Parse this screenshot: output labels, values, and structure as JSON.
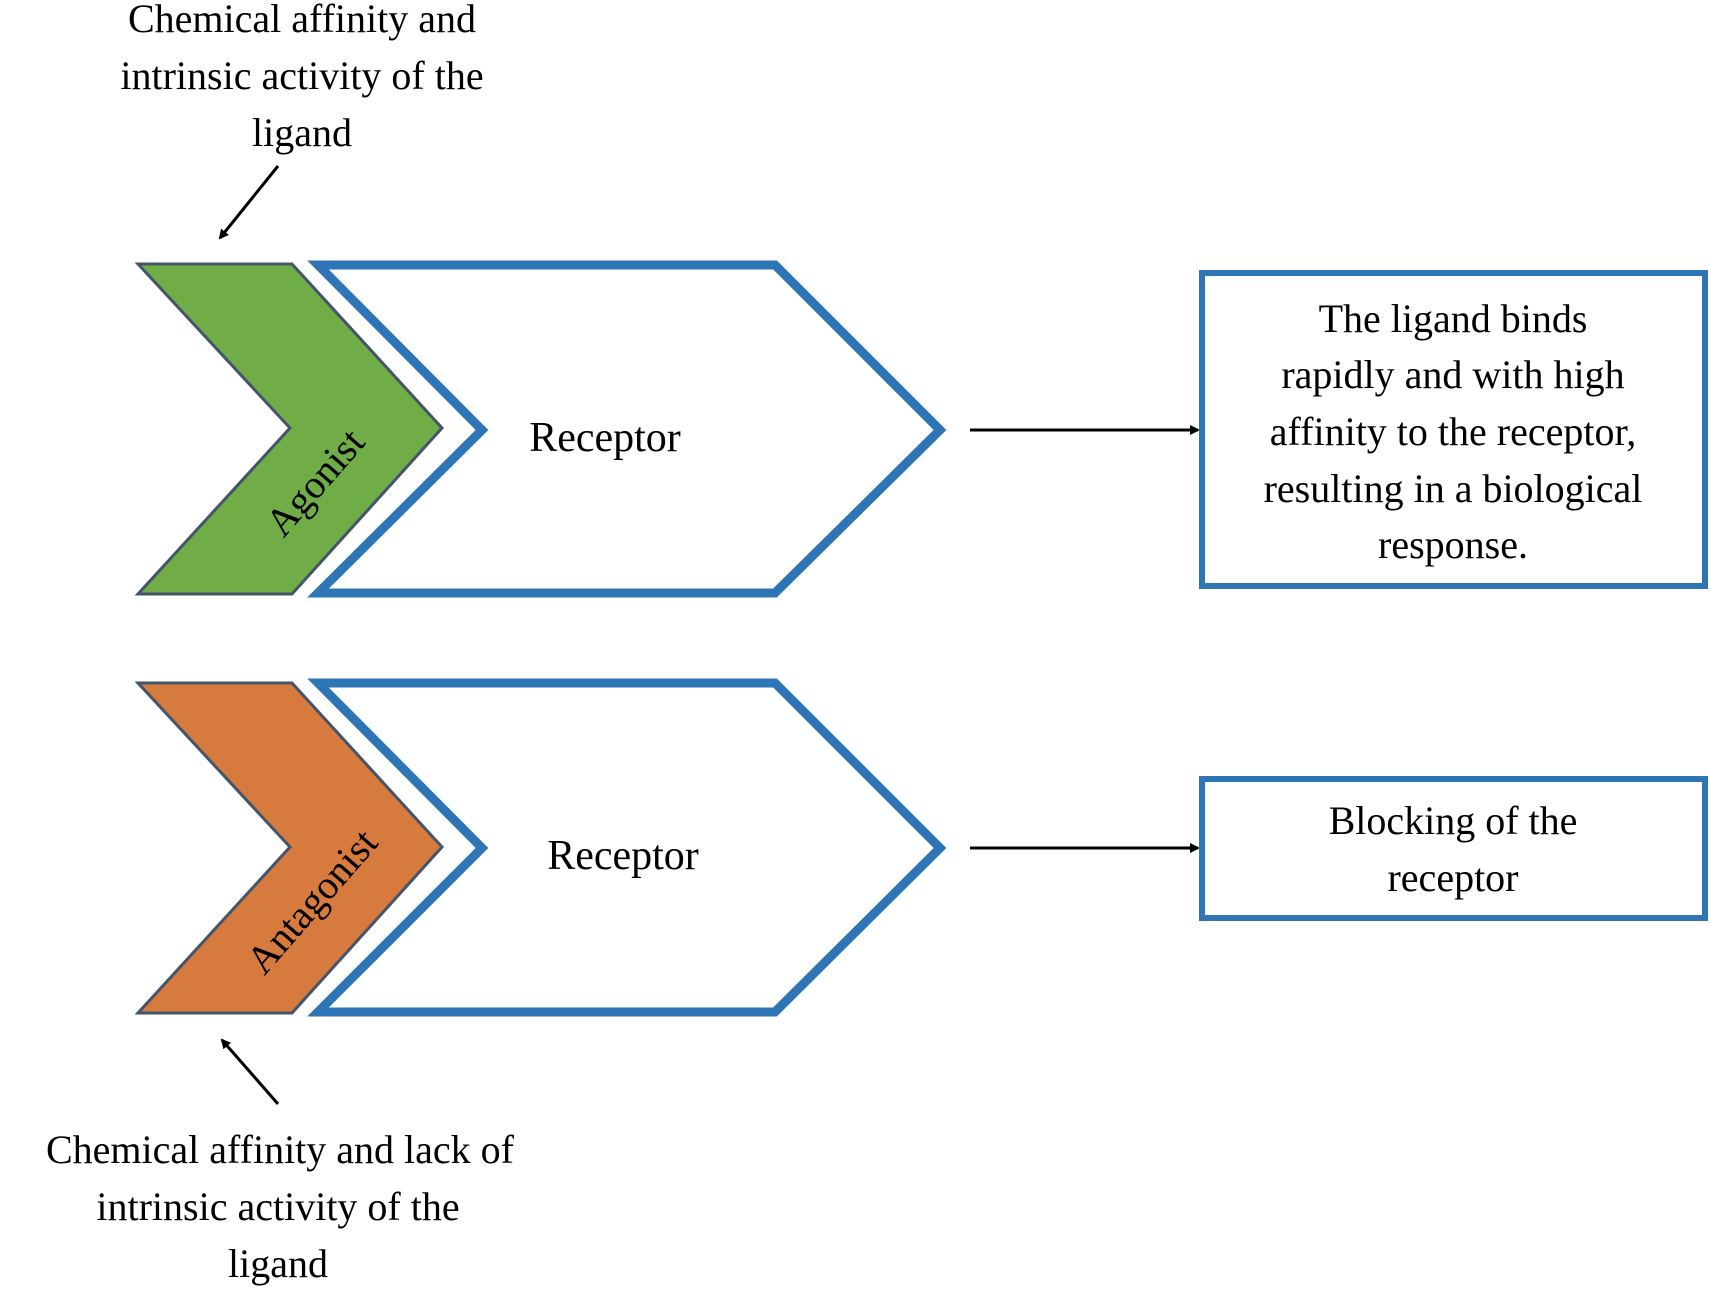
{
  "colors": {
    "agonist_fill": "#70AD47",
    "antagonist_fill": "#D67A3E",
    "receptor_stroke": "#2E75B6",
    "outline_dark": "#44546A",
    "arrow": "#000000",
    "background": "#FFFFFF"
  },
  "top": {
    "annotation_lines": [
      "Chemical affinity and",
      "intrinsic activity of the",
      "ligand"
    ],
    "ligand_label": "Agonist",
    "receptor_label": "Receptor",
    "outcome_lines": [
      "The ligand binds",
      "rapidly and with high",
      "affinity to the receptor,",
      "resulting in a biological",
      "response."
    ]
  },
  "bottom": {
    "annotation_lines": [
      "Chemical affinity and lack of",
      "intrinsic activity of the",
      "ligand"
    ],
    "ligand_label": "Antagonist",
    "receptor_label": "Receptor",
    "outcome_lines": [
      "Blocking of the",
      "receptor"
    ]
  }
}
